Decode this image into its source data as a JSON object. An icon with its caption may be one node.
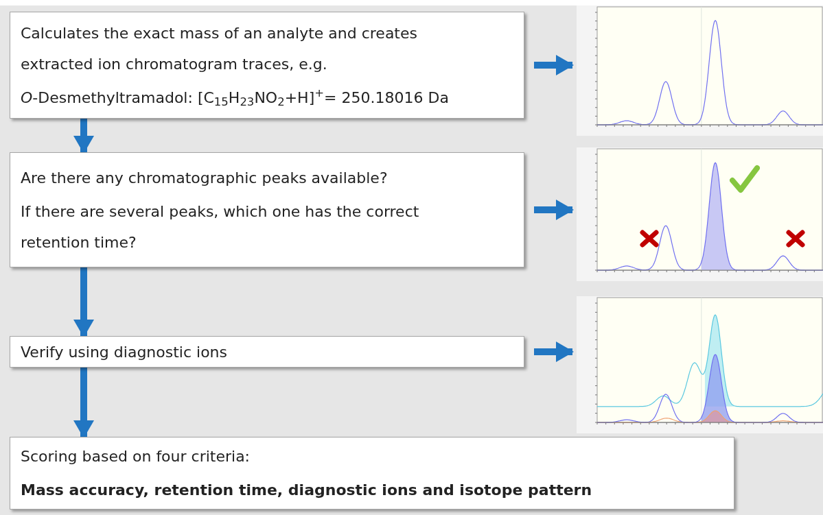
{
  "diagram": {
    "nodes": [
      {
        "text": [
          "Calculates the exact mass of an analyte and creates extracted ion chromatogram traces, e.g.",
          "*O*-Desmethyltramadol: [C$_{15}$H$_{23}$NO$_{2}$+H]$^{+}$= 250.18016 Da"
        ]
      },
      {
        "text": [],
        "shape": "picture"
      },
      {
        "text": [
          "Are there any chromatographic peaks available?",
          "If there are several peaks, which one has the correct retention time?"
        ]
      },
      {
        "text": [],
        "shape": "picture"
      },
      {
        "text": [
          "Verify using diagnostic ions"
        ]
      },
      {
        "text": [],
        "shape": "picture"
      },
      {
        "text": [
          "Scoring based on four criteria:",
          "Mass accuracy, retention time, diagnostic ions and isotope pattern"
        ]
      }
    ],
    "edges": [
      {
        "from": 0,
        "to": 1,
        "arrow": "to"
      },
      {
        "from": 0,
        "to": 2,
        "arrow": "to"
      },
      {
        "from": 2,
        "to": 3,
        "arrow": "to"
      },
      {
        "from": 2,
        "to": 4,
        "arrow": "to"
      },
      {
        "from": 4,
        "to": 5,
        "arrow": "to"
      },
      {
        "from": 4,
        "to": 6,
        "arrow": "to"
      }
    ]
  }
}
